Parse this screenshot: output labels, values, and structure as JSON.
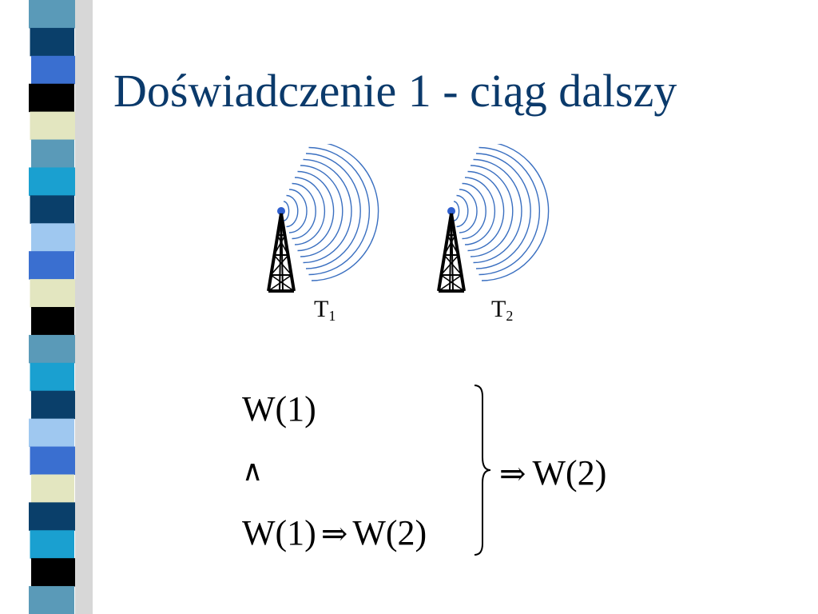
{
  "slide": {
    "title": "Doświadczenie 1 - ciąg dalszy"
  },
  "towers": [
    {
      "letter": "T",
      "index": "1"
    },
    {
      "letter": "T",
      "index": "2"
    }
  ],
  "formula": {
    "line1": "W(1)",
    "line2": "∧",
    "line3_left": "W(1)",
    "implies": "⇒",
    "line3_right": "W(2)",
    "conclusion_implies": "⇒",
    "conclusion": "W(2)"
  },
  "colors": {
    "title": "#0b3a6b",
    "waves": "#3a6fc0",
    "tower_tip": "#2f5fcf"
  }
}
